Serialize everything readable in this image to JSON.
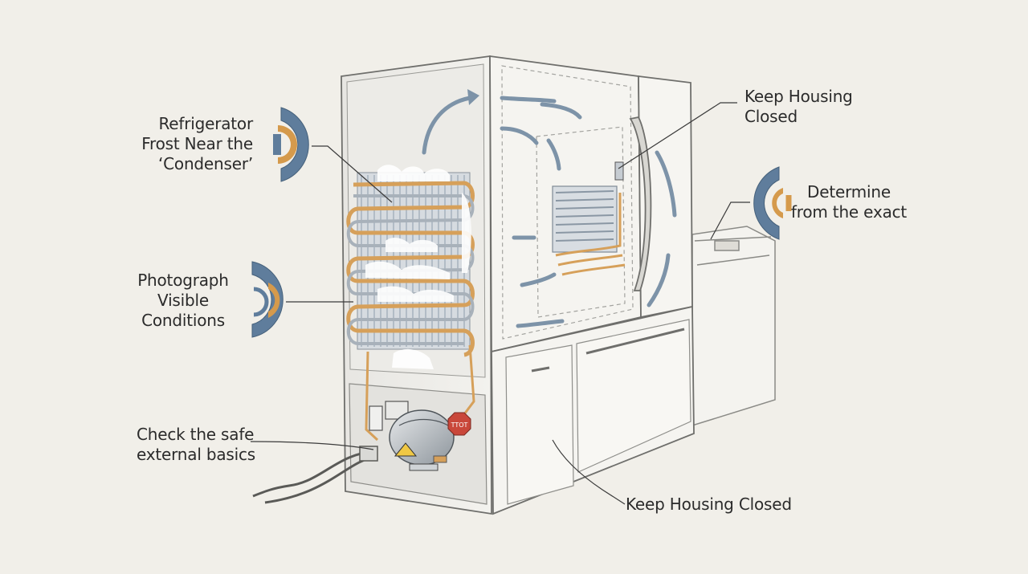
{
  "labels": {
    "frost_condenser": "Refrigerator\nFrost Near the\n‘Condenser’",
    "photograph_conditions": "Photograph\nVisible\nConditions",
    "check_basics": "Check the safe\nexternal basics",
    "housing_top": "Keep Housing\nClosed",
    "determine_exact": "Determine\nfrom the exact",
    "housing_bottom": "Keep Housing Closed"
  },
  "warning_tag": "TTOT",
  "colors": {
    "background": "#f1efe9",
    "badge_blue": "#5f7d9c",
    "badge_orange": "#d59a4c",
    "tube_orange": "#d6a05a",
    "coil_gray": "#9aa7b4",
    "frost": "#ffffff",
    "ink": "#3b3b3b",
    "airflow": "#7d93a8",
    "warning_red": "#c9473a"
  }
}
